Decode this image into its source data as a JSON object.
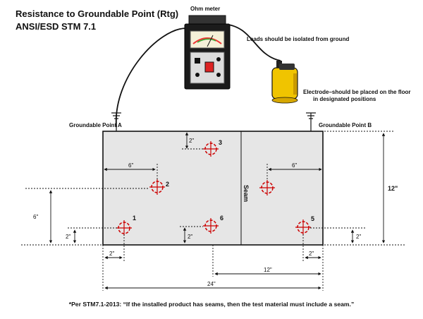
{
  "title": "Resistance to Groundable Point (Rtg)",
  "subtitle": "ANSI/ESD STM 7.1",
  "labels": {
    "ohm_meter": "Ohm meter",
    "leads": "Leads should be isolated from ground",
    "electrode_line1": "Electrode–should be placed on the floor",
    "electrode_line2": "in designated positions",
    "ground_a": "Groundable Point A",
    "ground_b": "Groundable Point B",
    "seam": "Seam"
  },
  "positions": [
    "1",
    "2",
    "3",
    "5",
    "6",
    "Seam"
  ],
  "dimensions": {
    "top_2": "2\"",
    "left_6_top": "6\"",
    "right_6": "6\"",
    "right_12": "12\"",
    "left_6_vert": "6\"",
    "left_2_vert": "2\"",
    "mid_2_vert": "2\"",
    "right_2_vert": "2\"",
    "bottom_left_2": "2\"",
    "bottom_right_2": "2\"",
    "bottom_12": "12\"",
    "bottom_24": "24\""
  },
  "footnote": "*Per STM7.1-2013: “If the installed product has seams, then the test material must include a seam.”"
}
